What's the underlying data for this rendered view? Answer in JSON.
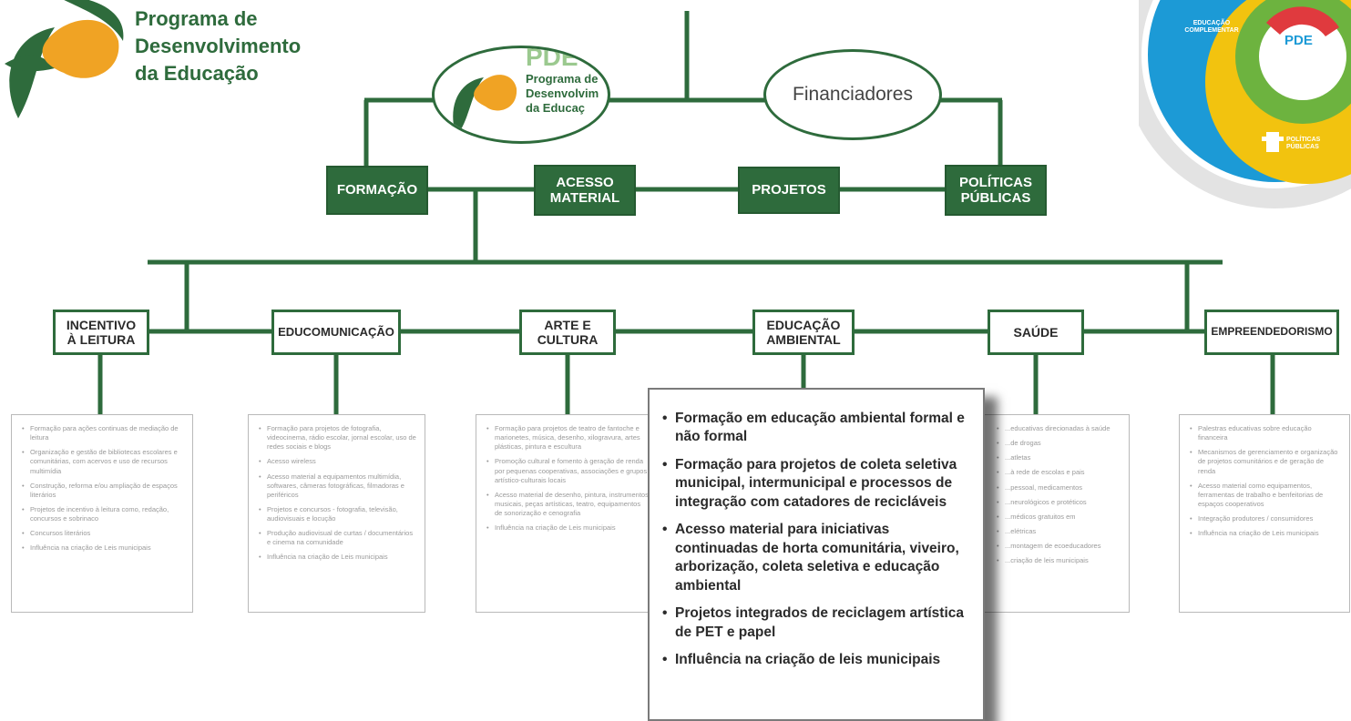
{
  "logo": {
    "line1": "Programa de",
    "line2": "Desenvolvimento",
    "line3": "da Educação",
    "colors": {
      "green": "#2e6b3c",
      "orange": "#f0a324"
    }
  },
  "top_nodes": {
    "pde_logo": {
      "badge": "PDE",
      "line1": "Programa de",
      "line2": "Desenvolvim",
      "line3": "da Educaç"
    },
    "financiadores": "Financiadores"
  },
  "level1": [
    {
      "id": "formacao",
      "label": "FORMAÇÃO"
    },
    {
      "id": "acesso-material",
      "label": "ACESSO\nMATERIAL"
    },
    {
      "id": "projetos",
      "label": "PROJETOS"
    },
    {
      "id": "politicas-publicas",
      "label": "POLÍTICAS\nPÚBLICAS"
    }
  ],
  "level2": [
    {
      "id": "incentivo-leitura",
      "label": "INCENTIVO\nÀ LEITURA"
    },
    {
      "id": "educomunicacao",
      "label": "EDUCOMUNICAÇÃO"
    },
    {
      "id": "arte-cultura",
      "label": "ARTE E\nCULTURA"
    },
    {
      "id": "educacao-ambiental",
      "label": "EDUCAÇÃO\nAMBIENTAL"
    },
    {
      "id": "saude",
      "label": "SAÚDE"
    },
    {
      "id": "empreendedorismo",
      "label": "EMPREENDEDORISMO"
    }
  ],
  "details": {
    "incentivo_leitura": [
      "Formação para ações continuas de mediação de leitura",
      "Organização e gestão de bibliotecas escolares e comunitárias, com acervos e uso de recursos multimídia",
      "Construção, reforma e/ou ampliação de espaços literários",
      "Projetos de incentivo à leitura como, redação, concursos e sobrinaco",
      "Concursos literários",
      "Influência na criação de Leis municipais"
    ],
    "educomunicacao": [
      "Formação para projetos de fotografia, videocinema, rádio escolar, jornal escolar, uso de redes sociais e blogs",
      "Acesso wireless",
      "Acesso material a equipamentos multimídia, softwares, câmeras fotográficas, filmadoras e periféricos",
      "Projetos e concursos - fotografia, televisão, audiovisuais e locução",
      "Produção audiovisual de curtas / documentários e cinema na comunidade",
      "Influência na criação de Leis municipais"
    ],
    "arte_cultura": [
      "Formação para projetos de teatro de fantoche e marionetes, música, desenho, xilogravura, artes plásticas, pintura e escultura",
      "Promoção cultural e fomento à geração de renda por pequenas cooperativas, associações e grupos artístico-culturais locais",
      "Acesso material de desenho, pintura, instrumentos musicais, peças artísticas, teatro, equipamentos de sonorização e cenografia",
      "Influência na criação de Leis municipais"
    ],
    "saude": [
      "...educativas direcionadas à saúde",
      "...de drogas",
      "...atletas",
      "...à rede de escolas e pais",
      "...pessoal, medicamentos",
      "...neurológicos e protéticos",
      "...médicos gratuitos em",
      "...elétricas",
      "...montagem de ecoeducadores",
      "...criação de leis municipais"
    ],
    "empreendedorismo": [
      "Palestras educativas sobre educação financeira",
      "Mecanismos de gerenciamento e organização de projetos comunitários e de geração de renda",
      "Acesso material como equipamentos, ferramentas de trabalho e benfeitorias de espaços cooperativos",
      "Integração produtores / consumidores",
      "Influência na criação de Leis municipais"
    ]
  },
  "popup": {
    "items": [
      "Formação em educação ambiental formal e não formal",
      "Formação para projetos de coleta seletiva municipal, intermunicipal e processos de integração com catadores de recicláveis",
      "Acesso material para iniciativas continuadas de horta comunitária, viveiro, arborização, coleta seletiva e educação ambiental",
      "Projetos integrados de reciclagem artística de PET e papel",
      "Influência na criação de leis municipais"
    ]
  },
  "corner_wheel": {
    "badge": "PDE",
    "label_top": "EDUCAÇÃO COMPLEMENTAR",
    "label_bottom": "POLÍTICAS PÚBLICAS",
    "colors": {
      "blue": "#1c9ad6",
      "yellow": "#f2c30f",
      "green": "#6db33f",
      "red": "#e03a3e"
    }
  }
}
